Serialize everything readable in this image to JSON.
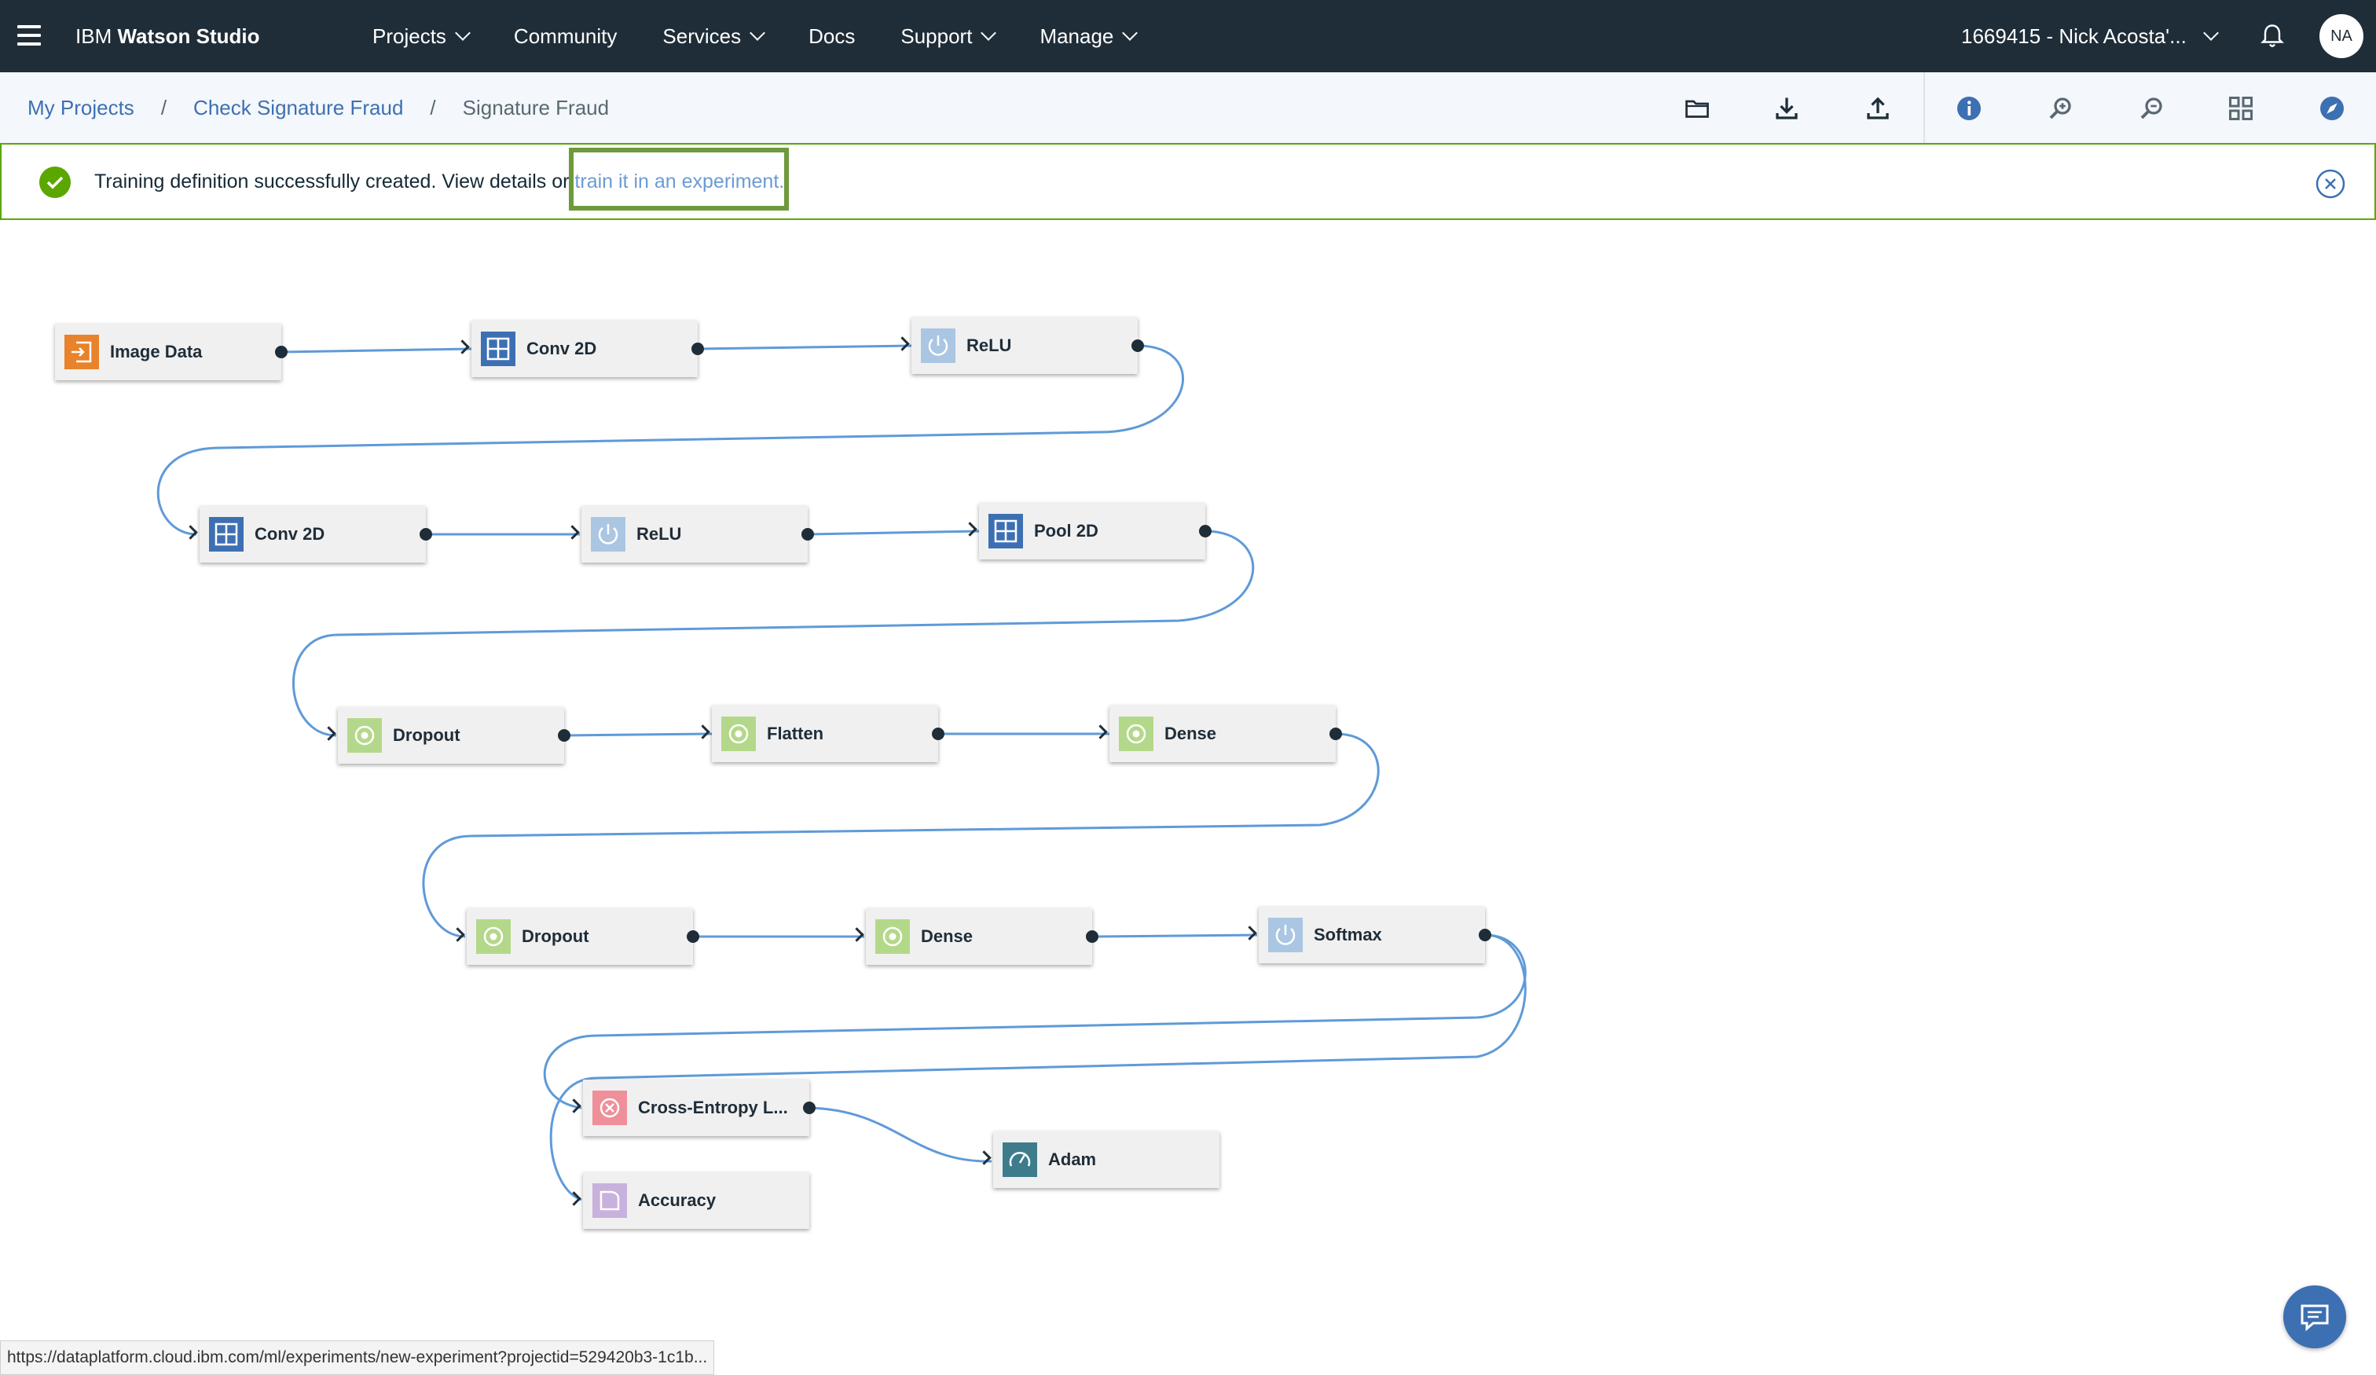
{
  "nav": {
    "brand_prefix": "IBM",
    "brand_name": "Watson Studio",
    "items": [
      {
        "label": "Projects",
        "dropdown": true
      },
      {
        "label": "Community",
        "dropdown": false
      },
      {
        "label": "Services",
        "dropdown": true
      },
      {
        "label": "Docs",
        "dropdown": false
      },
      {
        "label": "Support",
        "dropdown": true
      },
      {
        "label": "Manage",
        "dropdown": true
      }
    ],
    "account": "1669415 - Nick Acosta'...",
    "avatar_initials": "NA"
  },
  "breadcrumb": {
    "items": [
      "My Projects",
      "Check Signature Fraud"
    ],
    "current": "Signature Fraud",
    "separator": "/"
  },
  "toolbar": {
    "icons": [
      "folder-icon",
      "download-icon",
      "upload-icon",
      "info-icon",
      "zoom-in-icon",
      "zoom-out-icon",
      "fit-to-screen-icon",
      "explore-icon"
    ]
  },
  "notification": {
    "message": "Training definition successfully created. View details or ",
    "link": "train it in an experiment."
  },
  "nodes": [
    {
      "label": "Image Data",
      "type": "data",
      "color": "#e8822b"
    },
    {
      "label": "Conv 2D",
      "type": "grid",
      "color": "#3d70b2"
    },
    {
      "label": "ReLU",
      "type": "power",
      "color": "#aac6e2"
    },
    {
      "label": "Conv 2D",
      "type": "grid",
      "color": "#3d70b2"
    },
    {
      "label": "ReLU",
      "type": "power",
      "color": "#aac6e2"
    },
    {
      "label": "Pool 2D",
      "type": "grid",
      "color": "#3d70b2"
    },
    {
      "label": "Dropout",
      "type": "core",
      "color": "#b4d88a"
    },
    {
      "label": "Flatten",
      "type": "core",
      "color": "#b4d88a"
    },
    {
      "label": "Dense",
      "type": "core",
      "color": "#b4d88a"
    },
    {
      "label": "Dropout",
      "type": "core",
      "color": "#b4d88a"
    },
    {
      "label": "Dense",
      "type": "core",
      "color": "#b4d88a"
    },
    {
      "label": "Softmax",
      "type": "power",
      "color": "#aac6e2"
    },
    {
      "label": "Cross-Entropy L...",
      "type": "loss",
      "color": "#ef8f9a"
    },
    {
      "label": "Adam",
      "type": "optimizer",
      "color": "#3e7c8c"
    },
    {
      "label": "Accuracy",
      "type": "metric",
      "color": "#c8b1dc"
    }
  ],
  "status_url": "https://dataplatform.cloud.ibm.com/ml/experiments/new-experiment?projectid=529420b3-1c1b...",
  "colors": {
    "nav_bg": "#1f2d38",
    "success": "#5aa700",
    "link": "#3d70b2",
    "wire": "#5f9ad8"
  }
}
